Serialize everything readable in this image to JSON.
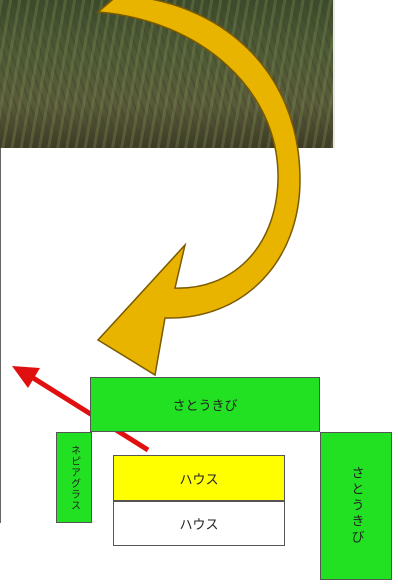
{
  "photo": {
    "description_icon": "field-photo"
  },
  "boxes": {
    "sugarcane_top": "さとうきび",
    "napier_grass": "ネピアグラス",
    "house_yellow": "ハウス",
    "house_white": "ハウス",
    "sugarcane_right": "さとうきび"
  },
  "colors": {
    "curved_arrow": "#e8b400",
    "red_arrow": "#e01010",
    "green": "#22e022",
    "yellow": "#ffff00"
  }
}
